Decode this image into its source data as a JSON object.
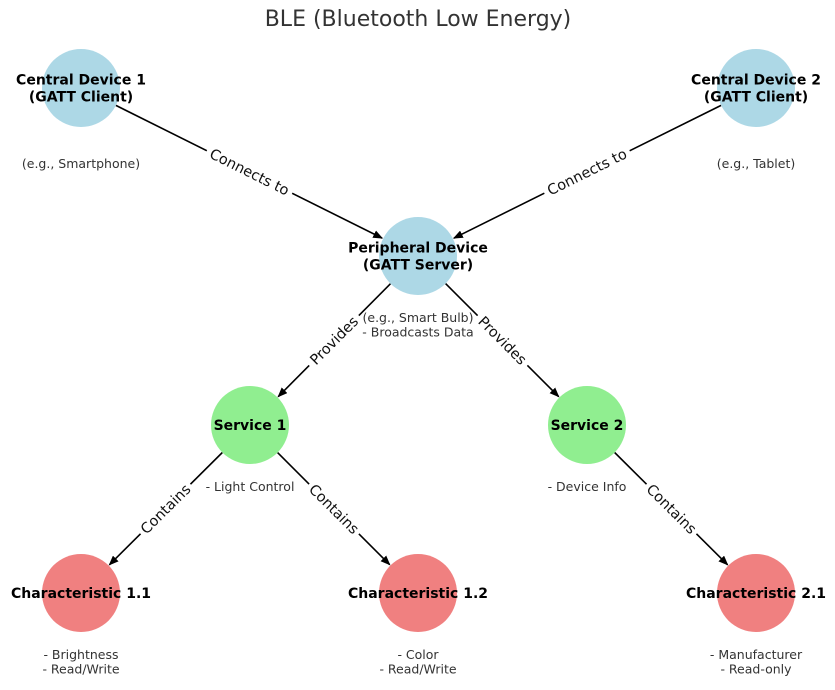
{
  "title": "BLE (Bluetooth Low Energy)",
  "colors": {
    "device": "#add8e6",
    "service": "#90ee90",
    "characteristic": "#f08080"
  },
  "nodes": [
    {
      "id": "central1",
      "lines": [
        "Central Device 1",
        "(GATT Client)"
      ],
      "kind": "device",
      "desc": [
        "(e.g., Smartphone)"
      ]
    },
    {
      "id": "central2",
      "lines": [
        "Central Device 2",
        "(GATT Client)"
      ],
      "kind": "device",
      "desc": [
        "(e.g., Tablet)"
      ]
    },
    {
      "id": "peripheral",
      "lines": [
        "Peripheral Device",
        "(GATT Server)"
      ],
      "kind": "device",
      "desc": [
        "(e.g., Smart Bulb)",
        "- Broadcasts Data"
      ]
    },
    {
      "id": "service1",
      "lines": [
        "Service 1"
      ],
      "kind": "service",
      "desc": [
        "- Light Control"
      ]
    },
    {
      "id": "service2",
      "lines": [
        "Service 2"
      ],
      "kind": "service",
      "desc": [
        "- Device Info"
      ]
    },
    {
      "id": "char11",
      "lines": [
        "Characteristic 1.1"
      ],
      "kind": "characteristic",
      "desc": [
        "- Brightness",
        "- Read/Write"
      ]
    },
    {
      "id": "char12",
      "lines": [
        "Characteristic 1.2"
      ],
      "kind": "characteristic",
      "desc": [
        "- Color",
        "- Read/Write"
      ]
    },
    {
      "id": "char21",
      "lines": [
        "Characteristic 2.1"
      ],
      "kind": "characteristic",
      "desc": [
        "- Manufacturer",
        "- Read-only"
      ]
    }
  ],
  "edges": [
    {
      "from": "central1",
      "to": "peripheral",
      "label": "Connects to"
    },
    {
      "from": "central2",
      "to": "peripheral",
      "label": "Connects to"
    },
    {
      "from": "peripheral",
      "to": "service1",
      "label": "Provides"
    },
    {
      "from": "peripheral",
      "to": "service2",
      "label": "Provides"
    },
    {
      "from": "service1",
      "to": "char11",
      "label": "Contains"
    },
    {
      "from": "service1",
      "to": "char12",
      "label": "Contains"
    },
    {
      "from": "service2",
      "to": "char21",
      "label": "Contains"
    }
  ]
}
